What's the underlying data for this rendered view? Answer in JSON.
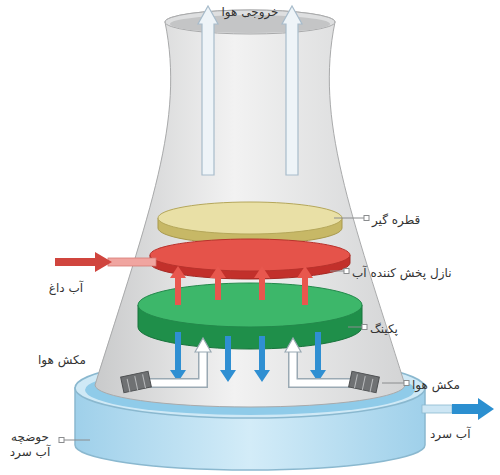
{
  "diagram": {
    "labels": [
      "خروجی هوا",
      "قطره گیر",
      "آب داغ",
      "نازل پخش کننده آب",
      "پکینگ",
      "مکش هوا",
      "مکش هوا",
      "حوضچه آب سرد",
      "آب سرد"
    ]
  }
}
